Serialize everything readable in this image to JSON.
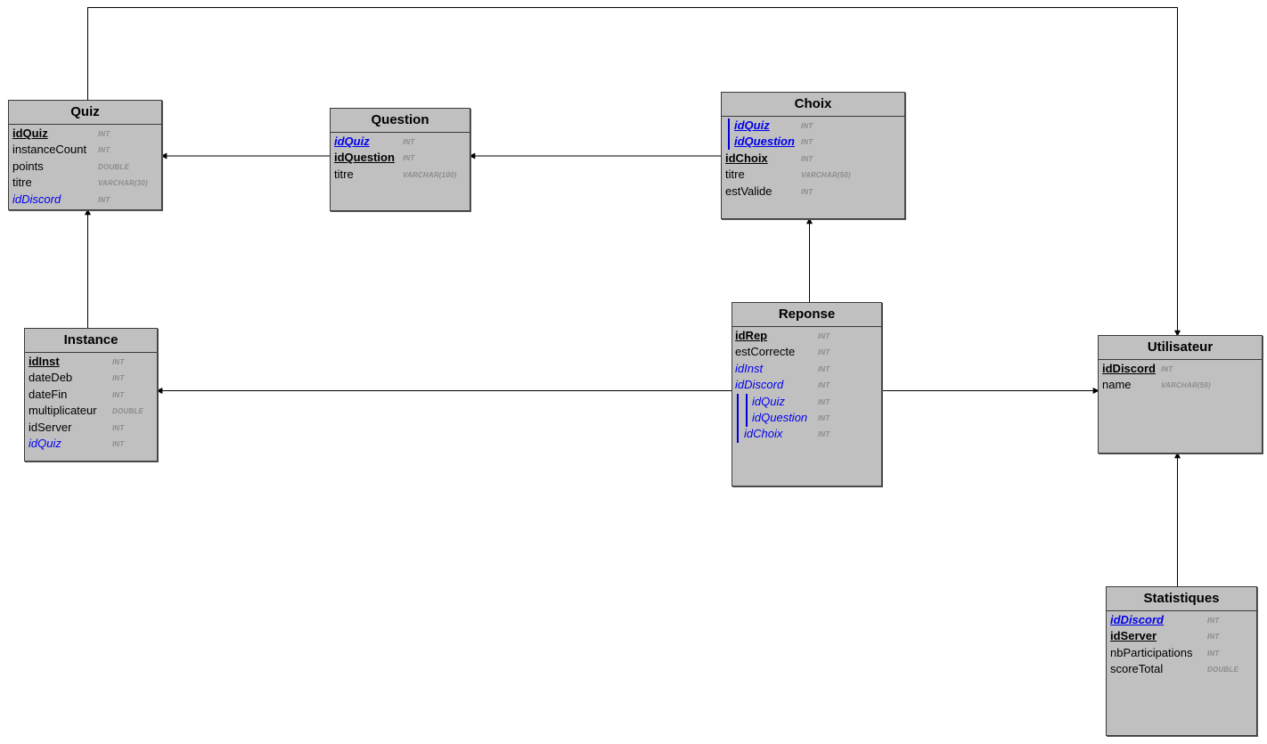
{
  "entities": {
    "quiz": {
      "title": "Quiz",
      "attributes": [
        {
          "name": "idQuiz",
          "type": "INT",
          "pk": true,
          "fk": false
        },
        {
          "name": "instanceCount",
          "type": "INT",
          "pk": false,
          "fk": false
        },
        {
          "name": "points",
          "type": "DOUBLE",
          "pk": false,
          "fk": false
        },
        {
          "name": "titre",
          "type": "VARCHAR(30)",
          "pk": false,
          "fk": false
        },
        {
          "name": "idDiscord",
          "type": "INT",
          "pk": false,
          "fk": true
        }
      ]
    },
    "question": {
      "title": "Question",
      "attributes": [
        {
          "name": "idQuiz",
          "type": "INT",
          "pk": true,
          "fk": true
        },
        {
          "name": "idQuestion",
          "type": "INT",
          "pk": true,
          "fk": false
        },
        {
          "name": "titre",
          "type": "VARCHAR(100)",
          "pk": false,
          "fk": false
        }
      ]
    },
    "choix": {
      "title": "Choix",
      "attributes": [
        {
          "name": "idQuiz",
          "type": "INT",
          "pk": true,
          "fk": true
        },
        {
          "name": "idQuestion",
          "type": "INT",
          "pk": true,
          "fk": true
        },
        {
          "name": "idChoix",
          "type": "INT",
          "pk": true,
          "fk": false
        },
        {
          "name": "titre",
          "type": "VARCHAR(50)",
          "pk": false,
          "fk": false
        },
        {
          "name": "estValide",
          "type": "INT",
          "pk": false,
          "fk": false
        }
      ]
    },
    "instance": {
      "title": "Instance",
      "attributes": [
        {
          "name": "idInst",
          "type": "INT",
          "pk": true,
          "fk": false
        },
        {
          "name": "dateDeb",
          "type": "INT",
          "pk": false,
          "fk": false
        },
        {
          "name": "dateFin",
          "type": "INT",
          "pk": false,
          "fk": false
        },
        {
          "name": "multiplicateur",
          "type": "DOUBLE",
          "pk": false,
          "fk": false
        },
        {
          "name": "idServer",
          "type": "INT",
          "pk": false,
          "fk": false
        },
        {
          "name": "idQuiz",
          "type": "INT",
          "pk": false,
          "fk": true
        }
      ]
    },
    "reponse": {
      "title": "Reponse",
      "attributes": [
        {
          "name": "idRep",
          "type": "INT",
          "pk": true,
          "fk": false
        },
        {
          "name": "estCorrecte",
          "type": "INT",
          "pk": false,
          "fk": false
        },
        {
          "name": "idInst",
          "type": "INT",
          "pk": false,
          "fk": true
        },
        {
          "name": "idDiscord",
          "type": "INT",
          "pk": false,
          "fk": true
        },
        {
          "name": "idQuiz",
          "type": "INT",
          "pk": false,
          "fk": true
        },
        {
          "name": "idQuestion",
          "type": "INT",
          "pk": false,
          "fk": true
        },
        {
          "name": "idChoix",
          "type": "INT",
          "pk": false,
          "fk": true
        }
      ]
    },
    "utilisateur": {
      "title": "Utilisateur",
      "attributes": [
        {
          "name": "idDiscord",
          "type": "INT",
          "pk": true,
          "fk": false
        },
        {
          "name": "name",
          "type": "VARCHAR(50)",
          "pk": false,
          "fk": false
        }
      ]
    },
    "statistiques": {
      "title": "Statistiques",
      "attributes": [
        {
          "name": "idDiscord",
          "type": "INT",
          "pk": true,
          "fk": true
        },
        {
          "name": "idServer",
          "type": "INT",
          "pk": true,
          "fk": false
        },
        {
          "name": "nbParticipations",
          "type": "INT",
          "pk": false,
          "fk": false
        },
        {
          "name": "scoreTotal",
          "type": "DOUBLE",
          "pk": false,
          "fk": false
        }
      ]
    }
  },
  "colors": {
    "entity_fill": "#c0c0c0",
    "foreign_key_text": "#0000ee",
    "type_text": "#8c8c8c",
    "connector": "#000000"
  }
}
